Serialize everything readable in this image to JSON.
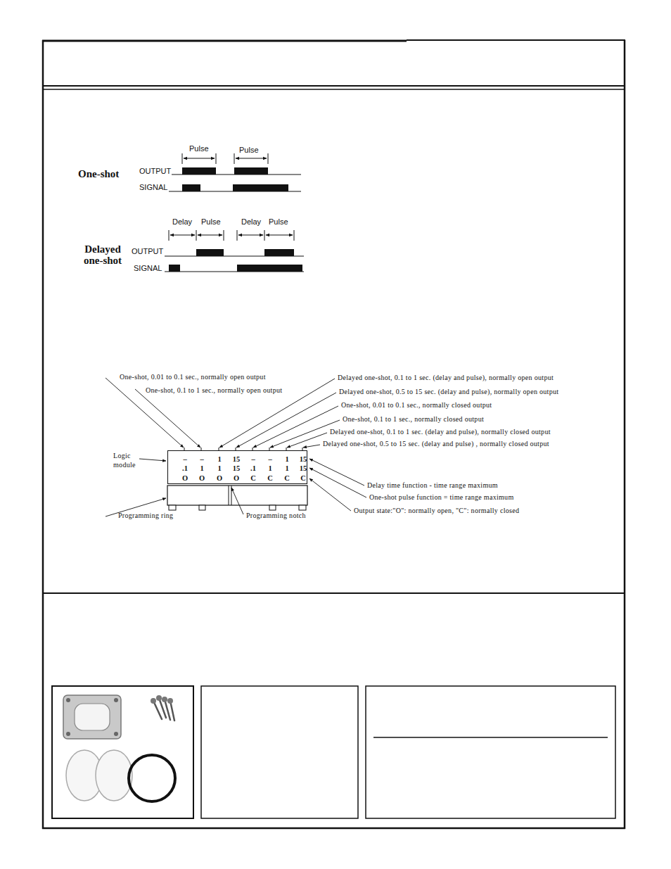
{
  "diagram": {
    "nodes": [
      {
        "text": [
          "–",
          "–",
          "1",
          "15",
          "–",
          "–",
          "1",
          "15",
          ".1",
          "1",
          "1",
          "15",
          ".1",
          "1",
          "1",
          "15",
          "O",
          "O",
          "O",
          "O",
          "C",
          "C",
          "C",
          "C"
        ]
      }
    ],
    "labels": [
      "Pulse",
      "Pulse",
      "One-shot",
      "OUTPUT",
      "SIGNAL",
      "Delay",
      "Pulse",
      "Delay",
      "Pulse",
      "Delayed one-shot",
      "OUTPUT",
      "SIGNAL",
      "One-shot, 0.01 to 0.1 sec., normally open output",
      "One-shot, 0.1 to 1 sec., normally open output",
      "Delayed one-shot, 0.1 to 1 sec. (delay and pulse), normally open output",
      "Delayed one-shot, 0.5 to 15 sec. (delay and pulse), normally open output",
      "One-shot, 0.01 to 0.1 sec., normally closed output",
      "One-shot, 0.1 to 1 sec., normally closed output",
      "Delayed one-shot, 0.1 to 1 sec. (delay and pulse), normally closed output",
      "Delayed one-shot, 0.5 to 15 sec. (delay and pulse) , normally closed output",
      "Logic module",
      "Programming ring",
      "Programming notch",
      "Delay time function - time range maximum",
      "One-shot pulse function = time range maximum",
      "Output state:\"O\": normally open, \"C\": normally closed"
    ]
  }
}
